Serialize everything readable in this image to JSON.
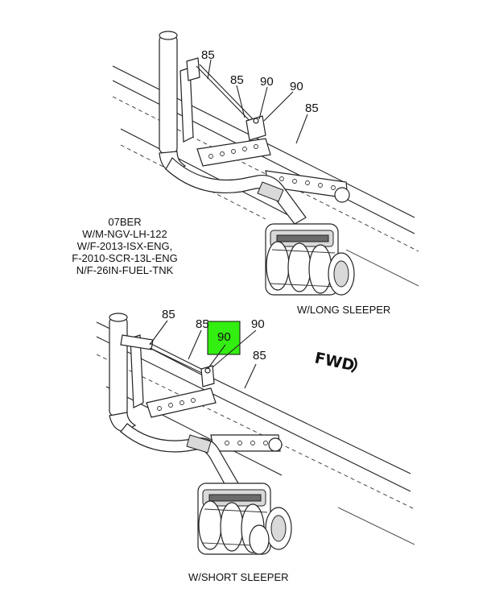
{
  "callouts_long": [
    "85",
    "85",
    "90",
    "90",
    "85"
  ],
  "callouts_short": [
    "85",
    "85",
    "90",
    "90",
    "85"
  ],
  "note_lines": [
    "07BER",
    "W/M-NGV-LH-122",
    "W/F-2013-ISX-ENG,",
    "F-2010-SCR-13L-ENG",
    "N/F-26IN-FUEL-TNK"
  ],
  "view_long_label": "W/LONG SLEEPER",
  "view_short_label": "W/SHORT SLEEPER",
  "fwd_label": "FWD",
  "highlight_color": "#33ee11"
}
